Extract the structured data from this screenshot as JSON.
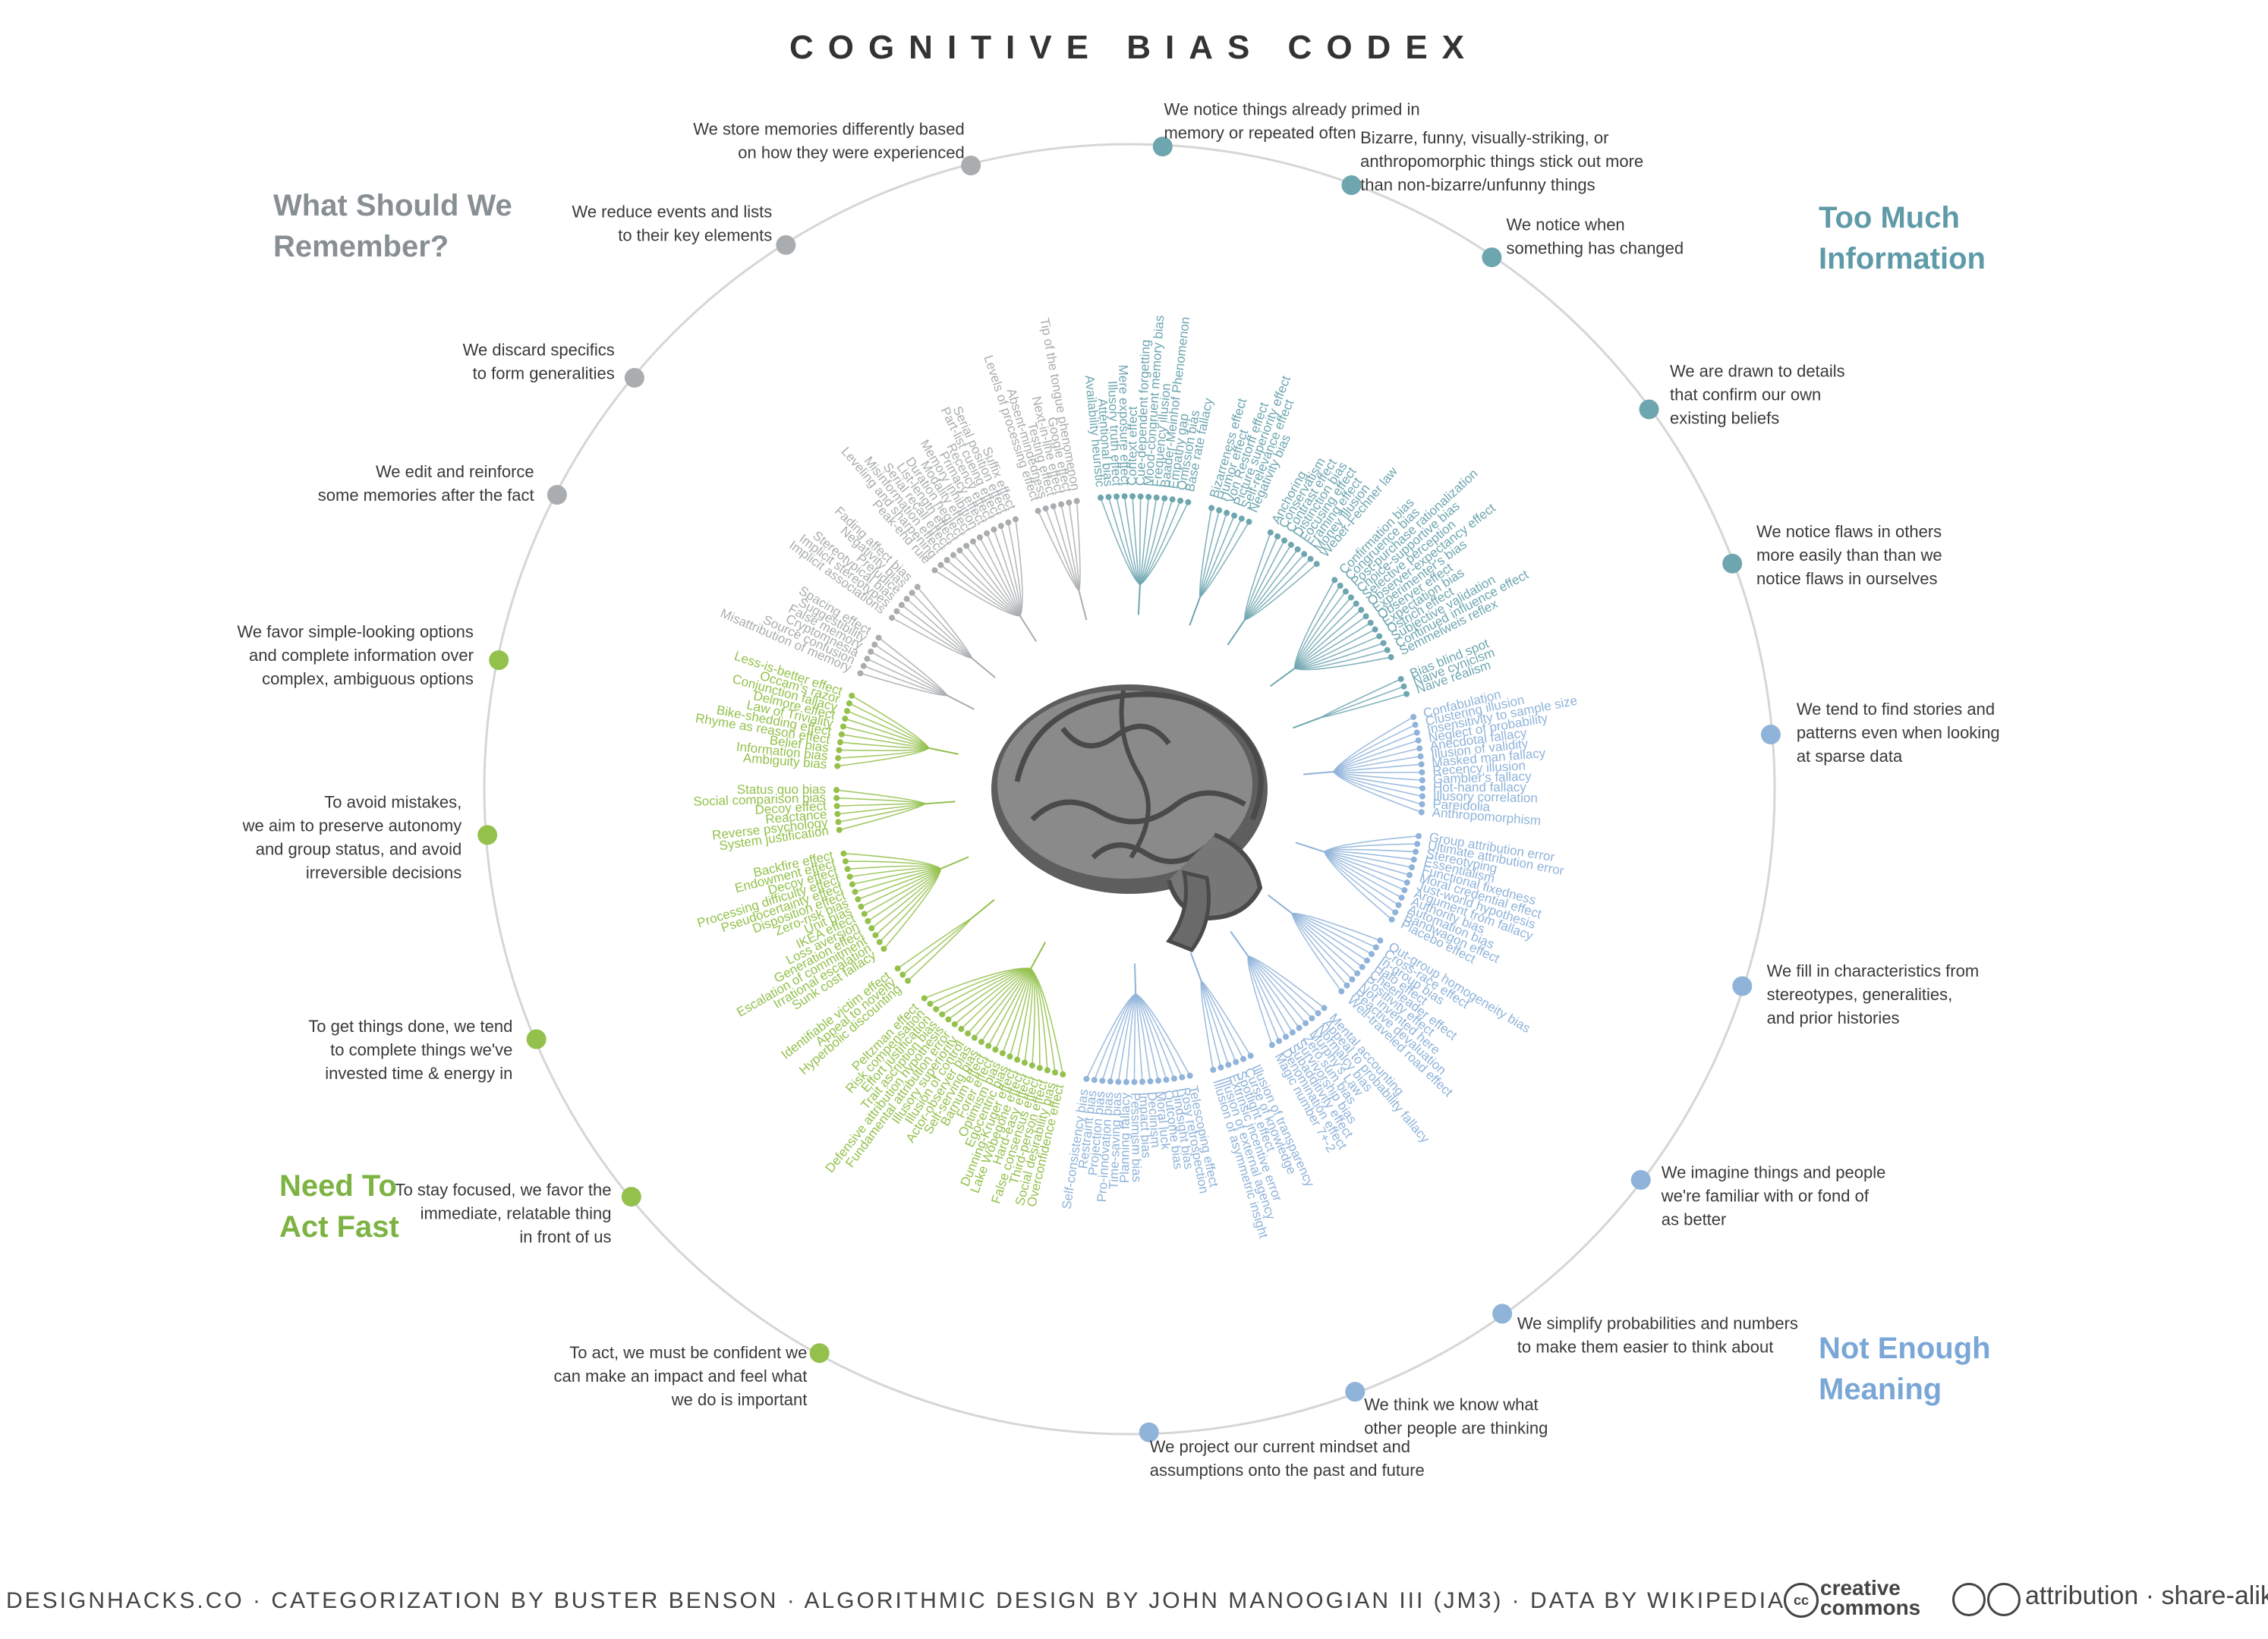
{
  "title": "COGNITIVE BIAS CODEX",
  "quadrants": {
    "remember": {
      "line1": "What Should We",
      "line2": "Remember?",
      "color": "#888f92"
    },
    "info": {
      "line1": "Too Much",
      "line2": "Information",
      "color": "#5f9aa8"
    },
    "meaning": {
      "line1": "Not Enough",
      "line2": "Meaning",
      "color": "#7aa7d6"
    },
    "act": {
      "line1": "Need To",
      "line2": "Act Fast",
      "color": "#7cb342"
    }
  },
  "colors": {
    "remember": "#a9adaf",
    "info": "#6ea6b0",
    "meaning": "#8fb3d9",
    "act": "#93c14c"
  },
  "categories": [
    {
      "group": "info",
      "label": [
        "We notice things already primed in",
        "memory or repeated often"
      ],
      "biases": [
        "Availability heuristic",
        "Attentional bias",
        "Illusory truth effect",
        "Mere exposure effect",
        "Context effect",
        "Cue-dependent forgetting",
        "Mood-congruent memory bias",
        "Frequency illusion",
        "Baader-Meinhof Phenomenon",
        "Empathy gap",
        "Omission bias",
        "Base rate fallacy"
      ]
    },
    {
      "group": "info",
      "label": [
        "Bizarre, funny, visually-striking, or",
        "anthropomorphic things stick out more",
        "than non-bizarre/unfunny things"
      ],
      "biases": [
        "Bizarreness effect",
        "Humor effect",
        "Von Restorff effect",
        "Picture superiority effect",
        "Self-relevance effect",
        "Negativity bias"
      ]
    },
    {
      "group": "info",
      "label": [
        "We notice when",
        "something has changed"
      ],
      "biases": [
        "Anchoring",
        "Conservatism",
        "Contrast effect",
        "Distinction bias",
        "Focusing effect",
        "Framing effect",
        "Money illusion",
        "Weber-Fechner law"
      ]
    },
    {
      "group": "info",
      "label": [
        "We are drawn to details",
        "that confirm our own",
        "existing beliefs"
      ],
      "biases": [
        "Confirmation bias",
        "Congruence bias",
        "Post-purchase rationalization",
        "Choice-supportive bias",
        "Selective perception",
        "Observer-expectancy effect",
        "Experimenter's bias",
        "Observer effect",
        "Expectation bias",
        "Ostrich effect",
        "Subjective validation",
        "Continued influence effect",
        "Semmelweis reflex"
      ]
    },
    {
      "group": "info",
      "label": [
        "We notice flaws in others",
        "more easily than than we",
        "notice flaws in ourselves"
      ],
      "biases": [
        "Bias blind spot",
        "Naive cynicism",
        "Naive realism"
      ]
    },
    {
      "group": "meaning",
      "label": [
        "We tend to find stories and",
        "patterns even when looking",
        "at sparse data"
      ],
      "biases": [
        "Confabulation",
        "Clustering illusion",
        "Insensitivity to sample size",
        "Neglect of probability",
        "Anecdotal fallacy",
        "Illusion of validity",
        "Masked man fallacy",
        "Recency illusion",
        "Gambler's fallacy",
        "Hot-hand fallacy",
        "Illusory correlation",
        "Pareidolia",
        "Anthropomorphism"
      ]
    },
    {
      "group": "meaning",
      "label": [
        "We fill in characteristics from",
        "stereotypes, generalities,",
        "and prior histories"
      ],
      "biases": [
        "Group attribution error",
        "Ultimate attribution error",
        "Stereotyping",
        "Essentialism",
        "Functional fixedness",
        "Moral credential effect",
        "Just-world hypothesis",
        "Argument from fallacy",
        "Authority bias",
        "Automation bias",
        "Bandwagon effect",
        "Placebo effect"
      ]
    },
    {
      "group": "meaning",
      "label": [
        "We imagine things and people",
        "we're familiar with or fond of",
        "as better"
      ],
      "biases": [
        "Out-group homogeneity bias",
        "Cross-race effect",
        "In-group bias",
        "Halo effect",
        "Cheerleader effect",
        "Positivity effect",
        "Not invented here",
        "Reactive devaluation",
        "Well-traveled road effect"
      ]
    },
    {
      "group": "meaning",
      "label": [
        "We simplify probabilities and numbers",
        "to make them easier to think about"
      ],
      "biases": [
        "Mental accounting",
        "Appeal to probability fallacy",
        "Normalcy bias",
        "Murphy's Law",
        "Zero sum bias",
        "Survivorship bias",
        "Subadditivity effect",
        "Denomination effect",
        "Magic number 7+-2"
      ]
    },
    {
      "group": "meaning",
      "label": [
        "We think we know what",
        "other people are thinking"
      ],
      "biases": [
        "Illusion of transparency",
        "Curse of knowledge",
        "Spotlight effect",
        "Extrinsic incentive error",
        "Illusion of external agency",
        "Illusion of asymmetric insight"
      ]
    },
    {
      "group": "meaning",
      "label": [
        "We project our current mindset and",
        "assumptions onto the past and future"
      ],
      "biases": [
        "Telescoping effect",
        "Rosy retrospection",
        "Hindsight bias",
        "Outcome bias",
        "Moral luck",
        "Declinism",
        "Impact bias",
        "Pessimism bias",
        "Planning fallacy",
        "Time-saving bias",
        "Pro-innovation bias",
        "Projection bias",
        "Restraint bias",
        "Self-consistency bias"
      ]
    },
    {
      "group": "act",
      "label": [
        "To act, we must be confident we",
        "can make an impact and feel what",
        "we do is important"
      ],
      "biases": [
        "Overconfidence effect",
        "Social desirability bias",
        "Third-person effect",
        "False consensus effect",
        "Hard-easy effect",
        "Lake Wobegone effect",
        "Dunning-Kruger effect",
        "Egocentric bias",
        "Optimism bias",
        "Forer effect",
        "Barnum effect",
        "Self-serving bias",
        "Actor-observer bias",
        "Illusion of control",
        "Illusory superiority",
        "Fundamental attribution error",
        "Defensive attribution hypothesis",
        "Trait ascription bias",
        "Effort justification",
        "Risk compensation",
        "Peltzman effect"
      ]
    },
    {
      "group": "act",
      "label": [
        "To stay focused, we favor the",
        "immediate, relatable thing",
        "in front of us"
      ],
      "biases": [
        "Hyperbolic discounting",
        "Appeal to novelty",
        "Identifiable victim effect"
      ]
    },
    {
      "group": "act",
      "label": [
        "To get things done, we tend",
        "to complete things we've",
        "invested time & energy in"
      ],
      "biases": [
        "Sunk cost fallacy",
        "Irrational escalation",
        "Escalation of commitment",
        "Generation effect",
        "Loss aversion",
        "IKEA effect",
        "Unit bias",
        "Zero-risk bias",
        "Disposition effect",
        "Pseudocertainty effect",
        "Processing difficulty effect",
        "Decoy effect",
        "Endowment effect",
        "Backfire effect"
      ]
    },
    {
      "group": "act",
      "label": [
        "To avoid mistakes,",
        "we aim to preserve autonomy",
        "and group status, and avoid",
        "irreversible decisions"
      ],
      "biases": [
        "System justification",
        "Reverse psychology",
        "Reactance",
        "Decoy effect",
        "Social comparison bias",
        "Status quo bias"
      ]
    },
    {
      "group": "act",
      "label": [
        "We favor simple-looking options",
        "and complete information over",
        "complex, ambiguous options"
      ],
      "biases": [
        "Ambiguity bias",
        "Information bias",
        "Belief bias",
        "Rhyme as reason effect",
        "Bike-shedding effect",
        "Law of Triviality",
        "Delmore effect",
        "Conjunction fallacy",
        "Occam's razor",
        "Less-is-better effect"
      ]
    },
    {
      "group": "remember",
      "label": [
        "We edit and reinforce",
        "some memories after the fact"
      ],
      "biases": [
        "Misattribution of memory",
        "Source confusion",
        "Cryptomnesia",
        "False memory",
        "Suggestibility",
        "Spacing effect"
      ]
    },
    {
      "group": "remember",
      "label": [
        "We discard specifics",
        "to form generalities"
      ],
      "biases": [
        "Implicit associations",
        "Implicit stereotypes",
        "Stereotypical bias",
        "Prejudice",
        "Negativity bias",
        "Fading affect bias"
      ]
    },
    {
      "group": "remember",
      "label": [
        "We reduce events and lists",
        "to their key elements"
      ],
      "biases": [
        "Peak-end rule",
        "Leveling and sharpening",
        "Misinformation effect",
        "Serial recall effect",
        "List-length effect",
        "Duration neglect",
        "Modality effect",
        "Memory inhibition",
        "Primacy effect",
        "Recency effect",
        "Part-list cueing effect",
        "Serial position effect",
        "Suffix effect"
      ]
    },
    {
      "group": "remember",
      "label": [
        "We store memories differently based",
        "on how they were experienced"
      ],
      "biases": [
        "Levels of processing effect",
        "Absent-mindedness",
        "Testing effect",
        "Next-in-line effect",
        "Google effect",
        "Tip of the tongue phenomenon"
      ]
    }
  ],
  "footer": {
    "credits": "DESIGNHACKS.CO · CATEGORIZATION BY BUSTER BENSON · ALGORITHMIC DESIGN BY JOHN MANOOGIAN III (JM3) · DATA BY WIKIPEDIA",
    "cc_mark": "cc",
    "cc_word1": "creative",
    "cc_word2": "commons",
    "license": "attribution · share-alike"
  }
}
